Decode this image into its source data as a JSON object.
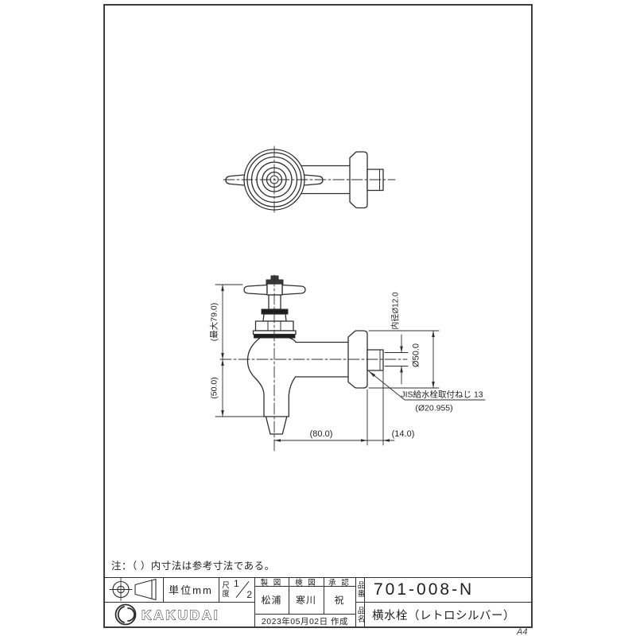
{
  "page": {
    "paper_size_label": "A4"
  },
  "note": "注：（ ）内寸法は参考寸法である。",
  "title_block": {
    "unit_label": "単位mm",
    "scale_label": "尺度",
    "scale_numerator": "1",
    "scale_denominator": "2",
    "approval_headers": [
      "製 図",
      "検 図",
      "承 認"
    ],
    "approval_names": [
      "松浦",
      "寒川",
      "祝"
    ],
    "date_created": "2023年05月02日 作成",
    "part_no_label": "品番",
    "part_no": "701-008-N",
    "product_name_label": "品名",
    "product_name": "横水栓（レトロシルバー）",
    "brand": "KAKUDAI"
  },
  "dimensions": {
    "handle_height_max": "(最大79.0)",
    "spout_drop": "(50.0)",
    "inner_diameter": "内径Ø12.0",
    "flange_diameter": "Ø50.0",
    "body_length": "(80.0)",
    "wall_clearance": "(14.0)",
    "thread_spec": "JIS給水栓取付ねじ 13",
    "thread_diameter": "(Ø20.955)"
  },
  "colors": {
    "line": "#2e2e2e",
    "dark_fill": "#1d1d1d",
    "paper": "#ffffff"
  }
}
